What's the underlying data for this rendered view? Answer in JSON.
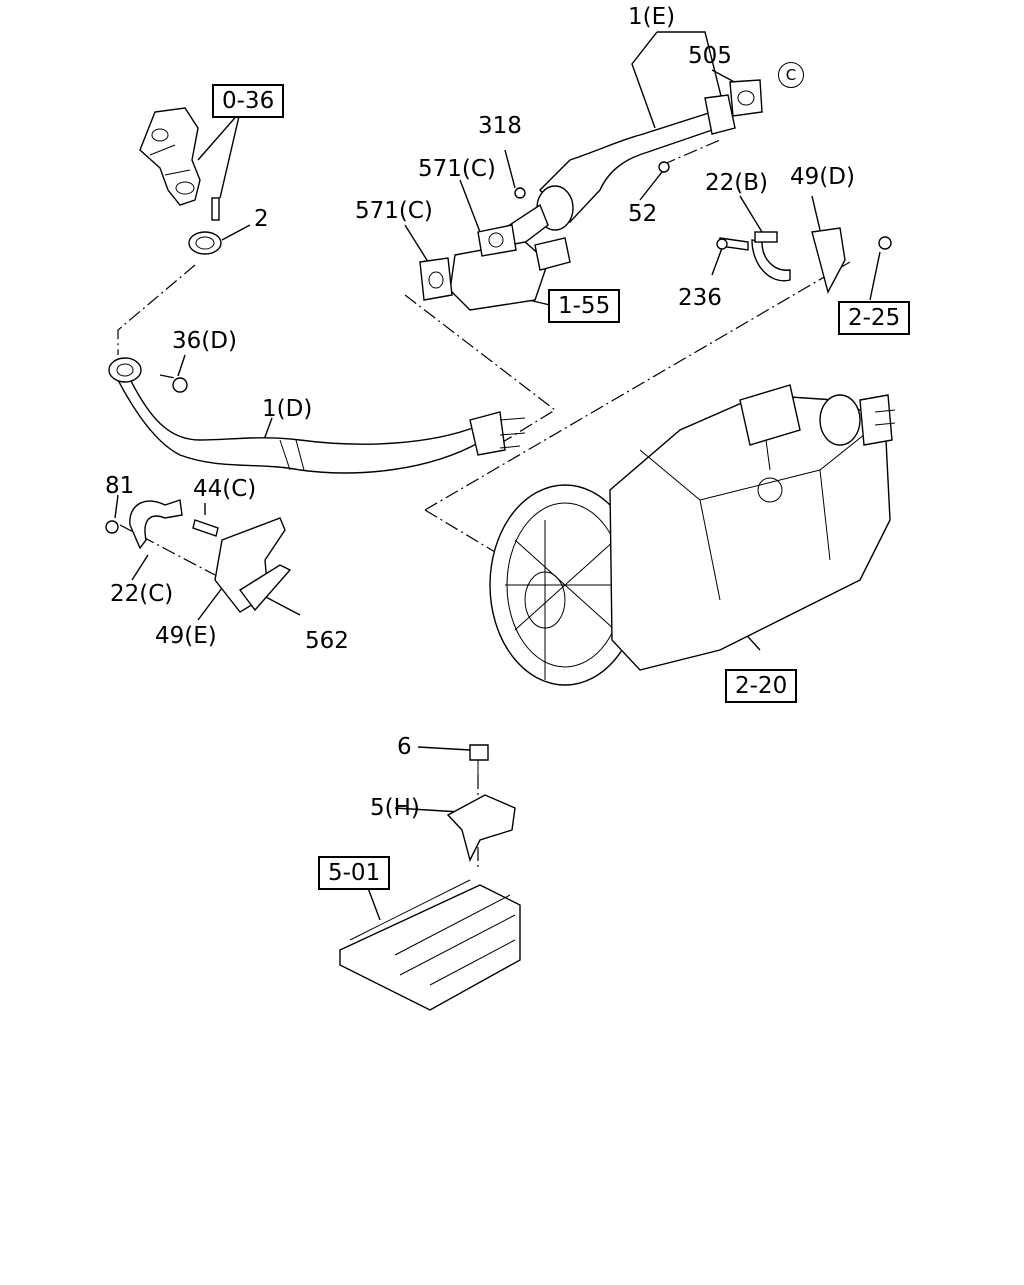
{
  "callouts": {
    "c_1e": "1(E)",
    "c_505": "505",
    "c_circle": "C",
    "c_318": "318",
    "c_571c_a": "571(C)",
    "c_571c_b": "571(C)",
    "c_52": "52",
    "c_22b": "22(B)",
    "c_49d": "49(D)",
    "c_236": "236",
    "c_2": "2",
    "c_36d": "36(D)",
    "c_1d": "1(D)",
    "c_81": "81",
    "c_44c": "44(C)",
    "c_22c": "22(C)",
    "c_49e": "49(E)",
    "c_562": "562",
    "c_6": "6",
    "c_5h": "5(H)"
  },
  "references": {
    "r_036": "0-36",
    "r_155": "1-55",
    "r_225": "2-25",
    "r_220": "2-20",
    "r_501": "5-01"
  }
}
